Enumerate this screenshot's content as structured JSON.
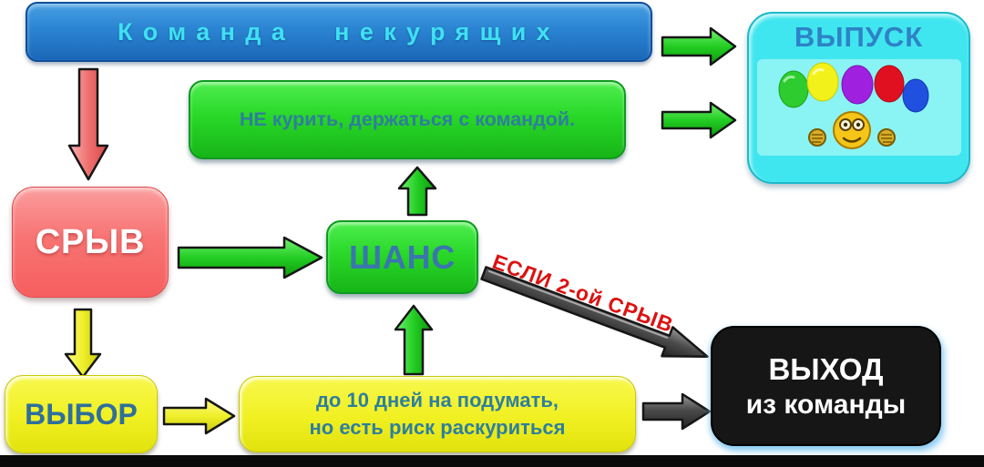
{
  "diagram": {
    "title": "Команда некурящих",
    "nodes": {
      "team": {
        "label": "Команда некурящих",
        "color": "#2b84d2",
        "text_color": "#3fe0f2"
      },
      "release": {
        "label": "ВЫПУСК",
        "color": "#40e6ef",
        "text_color": "#2e82c6",
        "icons": [
          "balloons-icon",
          "smiley-icon",
          "fist-icon"
        ],
        "balloon_colors": [
          "#2ecc2e",
          "#f2f21a",
          "#a020e0",
          "#2050e0",
          "#e01020"
        ]
      },
      "rule": {
        "label": "НЕ курить, держаться с командой.",
        "color": "#29d829",
        "text_color": "#2e7f9c"
      },
      "relapse": {
        "label": "СРЫВ",
        "color": "#f87474",
        "text_color": "#ffffff"
      },
      "chance": {
        "label": "ШАНС",
        "color": "#29d829",
        "text_color": "#3a76ad"
      },
      "choice": {
        "label": "ВЫБОР",
        "color": "#f0f022",
        "text_color": "#2e6f9c"
      },
      "think": {
        "lines": [
          "до 10  дней на подумать,",
          "но есть риск раскуриться"
        ],
        "color": "#f0f022",
        "text_color": "#2e7f9c"
      },
      "exit": {
        "lines": [
          "ВЫХОД",
          "из команды"
        ],
        "color": "#161616",
        "text_color": "#ffffff"
      }
    },
    "edges": [
      {
        "from": "team",
        "to": "relapse",
        "arrow_color": "red"
      },
      {
        "from": "team",
        "to": "release",
        "arrow_color": "green"
      },
      {
        "from": "rule",
        "to": "release",
        "arrow_color": "green"
      },
      {
        "from": "relapse",
        "to": "chance",
        "arrow_color": "green"
      },
      {
        "from": "chance",
        "to": "rule",
        "arrow_color": "green"
      },
      {
        "from": "relapse",
        "to": "choice",
        "arrow_color": "yellow"
      },
      {
        "from": "choice",
        "to": "think",
        "arrow_color": "yellow"
      },
      {
        "from": "think",
        "to": "chance",
        "arrow_color": "green"
      },
      {
        "from": "chance",
        "to": "exit",
        "arrow_color": "dark-gray",
        "label": "ЕСЛИ 2-ой СРЫВ",
        "label_color": "#dd1111"
      },
      {
        "from": "think",
        "to": "exit",
        "arrow_color": "dark-gray"
      }
    ]
  }
}
